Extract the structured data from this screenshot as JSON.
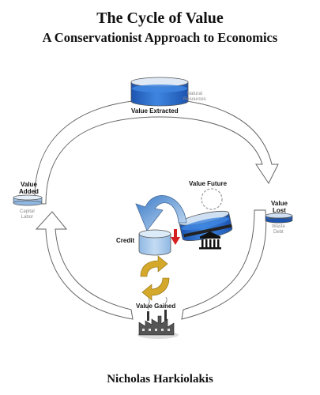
{
  "header": {
    "title": "The Cycle of Value",
    "subtitle": "A Conservationist Approach to Economics"
  },
  "author": "Nicholas Harkiolakis",
  "nodes": {
    "extracted": {
      "label": "Value Extracted",
      "note_line1": "Natural",
      "note_line2": "Resources"
    },
    "added": {
      "label_line1": "Value",
      "label_line2": "Added",
      "note_line1": "Capital",
      "note_line2": "Labor"
    },
    "lost": {
      "label_line1": "Value",
      "label_line2": "Lost",
      "note_line1": "Waste",
      "note_line2": "Debt"
    },
    "future": {
      "label": "Value Future"
    },
    "credit": {
      "label": "Credit"
    },
    "gained": {
      "label": "Value Gained"
    }
  },
  "icons": [
    "cylinder-icon",
    "bank-icon",
    "recycle-arrows-icon",
    "factory-icon",
    "down-arrow-icon",
    "curved-arrow-icon"
  ],
  "colors": {
    "cylinder": "#2f6fd0",
    "credit": "#a9cbeb",
    "recycle": "#d4a82a",
    "arrow_red": "#d42020"
  }
}
